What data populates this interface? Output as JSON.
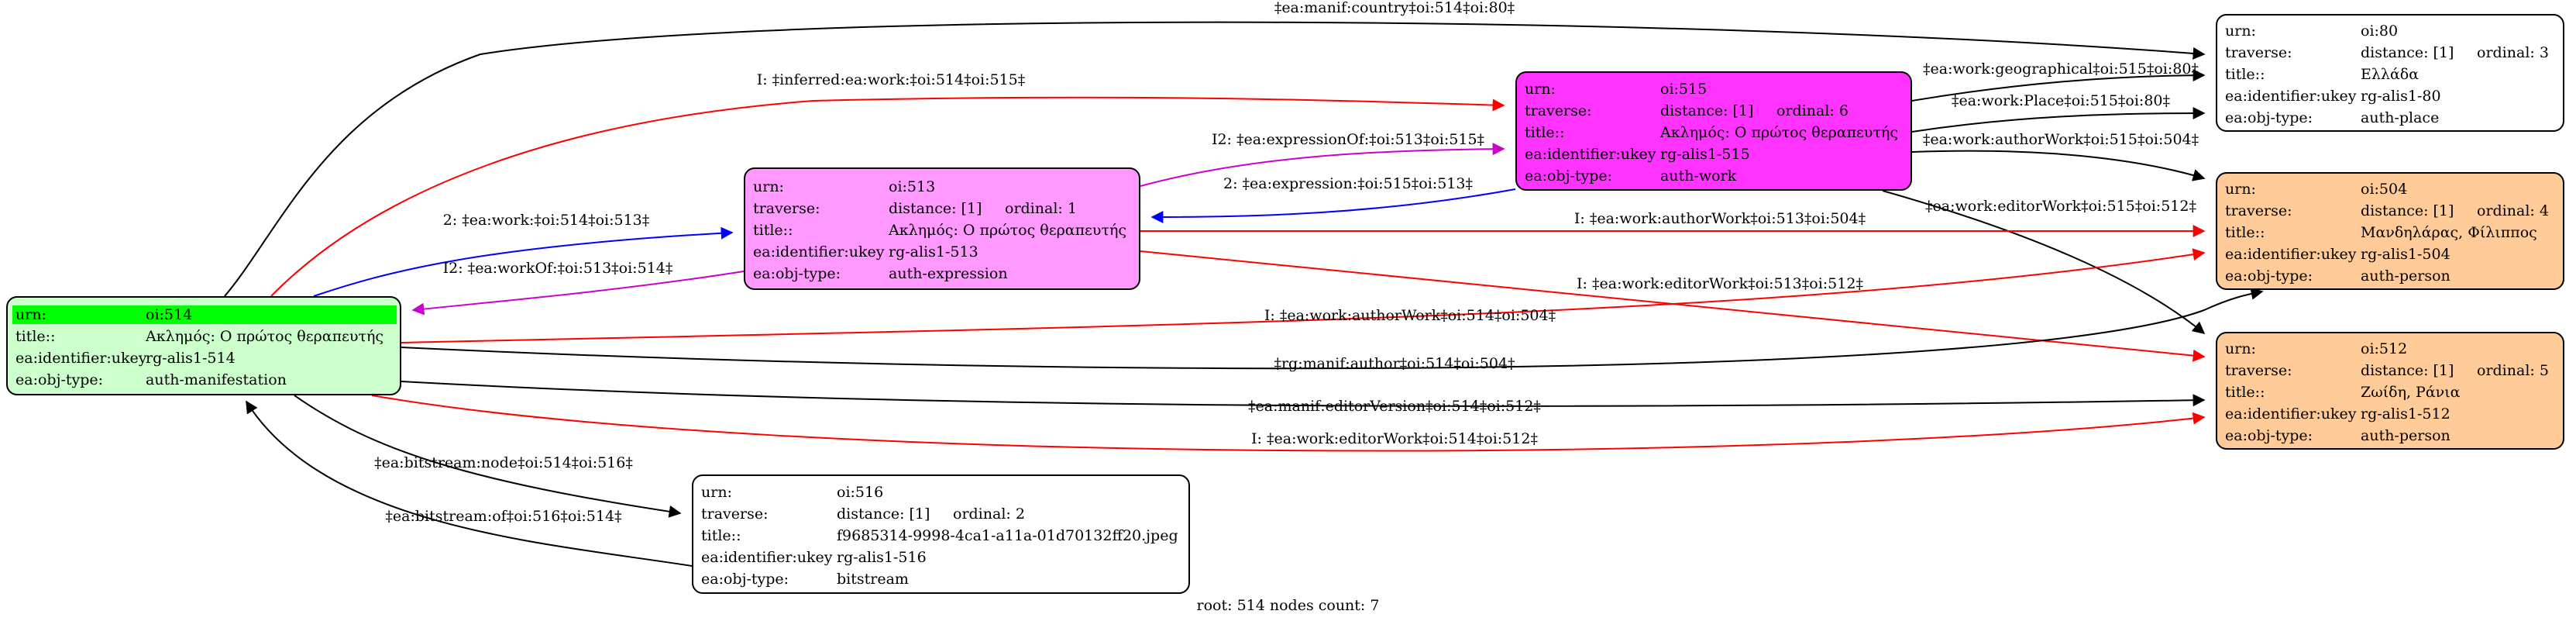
{
  "colors": {
    "white": "#ffffff",
    "green": "#ccffcc",
    "green_highlight": "#00ff00",
    "violet": "#ff99ff",
    "magenta": "#ff33ff",
    "orange": "#ffcc99",
    "edge_black": "#000000",
    "edge_red": "#ff0000",
    "edge_blue": "#0000ff",
    "edge_magenta": "#cc00cc"
  },
  "nodes": [
    {
      "id": "n514",
      "color": "green",
      "rows": [
        {
          "key": "urn:",
          "val": "oi:514",
          "highlight": true
        },
        {
          "key": "title::",
          "val": "Ακλημός: Ο πρώτος θεραπευτής"
        },
        {
          "key": "ea:identifier:ukey",
          "val": "rg-alis1-514"
        },
        {
          "key": "ea:obj-type:",
          "val": "auth-manifestation"
        }
      ]
    },
    {
      "id": "n513",
      "color": "violet",
      "rows": [
        {
          "key": "urn:",
          "val": "oi:513"
        },
        {
          "key": "traverse:",
          "val": "distance: [1]",
          "extra": "ordinal: 1"
        },
        {
          "key": "title::",
          "val": "Ακλημός: Ο πρώτος θεραπευτής"
        },
        {
          "key": "ea:identifier:ukey",
          "val": "rg-alis1-513"
        },
        {
          "key": "ea:obj-type:",
          "val": "auth-expression"
        }
      ]
    },
    {
      "id": "n515",
      "color": "magenta",
      "rows": [
        {
          "key": "urn:",
          "val": "oi:515"
        },
        {
          "key": "traverse:",
          "val": "distance: [1]",
          "extra": "ordinal: 6"
        },
        {
          "key": "title::",
          "val": "Ακλημός: Ο πρώτος θεραπευτής"
        },
        {
          "key": "ea:identifier:ukey",
          "val": "rg-alis1-515"
        },
        {
          "key": "ea:obj-type:",
          "val": "auth-work"
        }
      ]
    },
    {
      "id": "n80",
      "color": "white",
      "rows": [
        {
          "key": "urn:",
          "val": "oi:80"
        },
        {
          "key": "traverse:",
          "val": "distance: [1]",
          "extra": "ordinal: 3"
        },
        {
          "key": "title::",
          "val": "Ελλάδα"
        },
        {
          "key": "ea:identifier:ukey",
          "val": "rg-alis1-80"
        },
        {
          "key": "ea:obj-type:",
          "val": "auth-place"
        }
      ]
    },
    {
      "id": "n504",
      "color": "orange",
      "rows": [
        {
          "key": "urn:",
          "val": "oi:504"
        },
        {
          "key": "traverse:",
          "val": "distance: [1]",
          "extra": "ordinal: 4"
        },
        {
          "key": "title::",
          "val": "Μανδηλάρας, Φίλιππος"
        },
        {
          "key": "ea:identifier:ukey",
          "val": "rg-alis1-504"
        },
        {
          "key": "ea:obj-type:",
          "val": "auth-person"
        }
      ]
    },
    {
      "id": "n512",
      "color": "orange",
      "rows": [
        {
          "key": "urn:",
          "val": "oi:512"
        },
        {
          "key": "traverse:",
          "val": "distance: [1]",
          "extra": "ordinal: 5"
        },
        {
          "key": "title::",
          "val": "Ζωίδη, Ράνια"
        },
        {
          "key": "ea:identifier:ukey",
          "val": "rg-alis1-512"
        },
        {
          "key": "ea:obj-type:",
          "val": "auth-person"
        }
      ]
    },
    {
      "id": "n516",
      "color": "white",
      "rows": [
        {
          "key": "urn:",
          "val": "oi:516"
        },
        {
          "key": "traverse:",
          "val": "distance: [1]",
          "extra": "ordinal: 2"
        },
        {
          "key": "title::",
          "val": "f9685314-9998-4ca1-a11a-01d70132ff20.jpeg"
        },
        {
          "key": "ea:identifier:ukey",
          "val": "rg-alis1-516"
        },
        {
          "key": "ea:obj-type:",
          "val": "bitstream"
        }
      ]
    }
  ],
  "edges": [
    {
      "id": "e1",
      "from": "n514",
      "to": "n80",
      "color": "edge_black",
      "label": "‡ea:manif:country‡oi:514‡oi:80‡"
    },
    {
      "id": "e2",
      "from": "n514",
      "to": "n515",
      "color": "edge_red",
      "label": "I: ‡inferred:ea:work:‡oi:514‡oi:515‡"
    },
    {
      "id": "e3",
      "from": "n514",
      "to": "n513",
      "color": "edge_blue",
      "label": "2: ‡ea:work:‡oi:514‡oi:513‡"
    },
    {
      "id": "e4",
      "from": "n513",
      "to": "n514",
      "color": "edge_magenta",
      "label": "I2: ‡ea:workOf:‡oi:513‡oi:514‡"
    },
    {
      "id": "e5",
      "from": "n513",
      "to": "n515",
      "color": "edge_magenta",
      "label": "I2: ‡ea:expressionOf:‡oi:513‡oi:515‡"
    },
    {
      "id": "e6",
      "from": "n515",
      "to": "n513",
      "color": "edge_blue",
      "label": "2: ‡ea:expression:‡oi:515‡oi:513‡"
    },
    {
      "id": "e7",
      "from": "n515",
      "to": "n80",
      "color": "edge_black",
      "label": "‡ea:work:geographical‡oi:515‡oi:80‡"
    },
    {
      "id": "e8",
      "from": "n515",
      "to": "n80",
      "color": "edge_black",
      "label": "‡ea:work:Place‡oi:515‡oi:80‡"
    },
    {
      "id": "e9",
      "from": "n515",
      "to": "n504",
      "color": "edge_black",
      "label": "‡ea:work:authorWork‡oi:515‡oi:504‡"
    },
    {
      "id": "e10",
      "from": "n515",
      "to": "n512",
      "color": "edge_black",
      "label": "‡ea:work:editorWork‡oi:515‡oi:512‡"
    },
    {
      "id": "e11",
      "from": "n513",
      "to": "n504",
      "color": "edge_red",
      "label": "I: ‡ea:work:authorWork‡oi:513‡oi:504‡"
    },
    {
      "id": "e12",
      "from": "n513",
      "to": "n512",
      "color": "edge_red",
      "label": "I: ‡ea:work:editorWork‡oi:513‡oi:512‡"
    },
    {
      "id": "e13",
      "from": "n514",
      "to": "n504",
      "color": "edge_red",
      "label": "I: ‡ea:work:authorWork‡oi:514‡oi:504‡"
    },
    {
      "id": "e14",
      "from": "n514",
      "to": "n504",
      "color": "edge_black",
      "label": "‡rg:manif:author‡oi:514‡oi:504‡"
    },
    {
      "id": "e15",
      "from": "n514",
      "to": "n512",
      "color": "edge_black",
      "label": "‡ea:manif:editorVersion‡oi:514‡oi:512‡"
    },
    {
      "id": "e16",
      "from": "n514",
      "to": "n512",
      "color": "edge_red",
      "label": "I: ‡ea:work:editorWork‡oi:514‡oi:512‡"
    },
    {
      "id": "e17",
      "from": "n514",
      "to": "n516",
      "color": "edge_black",
      "label": "‡ea:bitstream:node‡oi:514‡oi:516‡"
    },
    {
      "id": "e18",
      "from": "n516",
      "to": "n514",
      "color": "edge_black",
      "label": "‡ea:bitstream:of‡oi:516‡oi:514‡"
    }
  ],
  "footer": "root: 514 nodes count: 7"
}
